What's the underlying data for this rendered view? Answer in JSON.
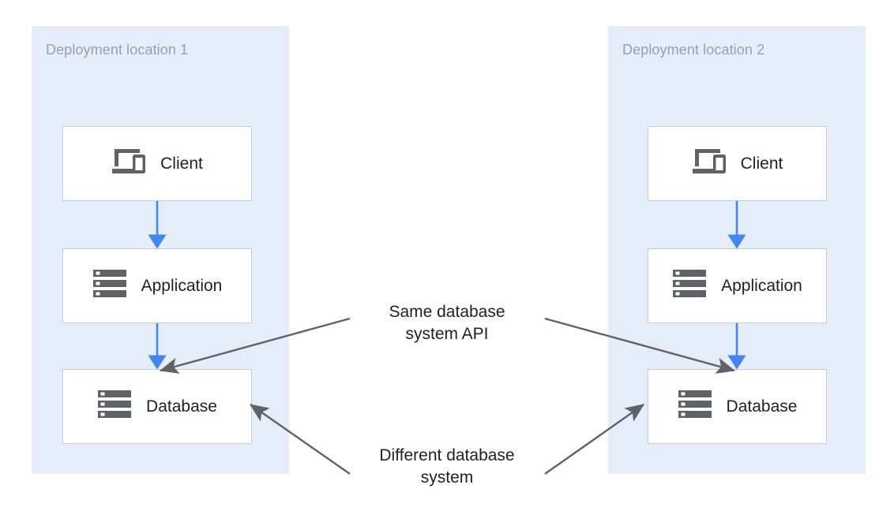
{
  "diagram": {
    "background_color": "#ffffff",
    "panel_color": "#e4edf8",
    "panel_title_color": "#9aa0a6",
    "node_border_color": "#c8ccd0",
    "node_fill_color": "#ffffff",
    "flow_arrow_color": "#4285f4",
    "annotation_arrow_color": "#5f6368",
    "text_color": "#202124",
    "icon_color": "#5f6368"
  },
  "panels": [
    {
      "id": "deployment-location-1",
      "title": "Deployment location 1",
      "nodes": [
        {
          "id": "client-1",
          "label": "Client",
          "icon": "devices-icon"
        },
        {
          "id": "application-1",
          "label": "Application",
          "icon": "server-icon"
        },
        {
          "id": "database-1",
          "label": "Database",
          "icon": "server-icon"
        }
      ]
    },
    {
      "id": "deployment-location-2",
      "title": "Deployment location 2",
      "nodes": [
        {
          "id": "client-2",
          "label": "Client",
          "icon": "devices-icon"
        },
        {
          "id": "application-2",
          "label": "Application",
          "icon": "server-icon"
        },
        {
          "id": "database-2",
          "label": "Database",
          "icon": "server-icon"
        }
      ]
    }
  ],
  "flows": [
    {
      "from": "client-1",
      "to": "application-1",
      "color": "#4285f4"
    },
    {
      "from": "application-1",
      "to": "database-1",
      "color": "#4285f4"
    },
    {
      "from": "client-2",
      "to": "application-2",
      "color": "#4285f4"
    },
    {
      "from": "application-2",
      "to": "database-2",
      "color": "#4285f4"
    }
  ],
  "annotations": [
    {
      "id": "same-database-system-api",
      "line1": "Same database",
      "line2": "system API",
      "targets": [
        "database-1",
        "database-2"
      ]
    },
    {
      "id": "different-database-system",
      "line1": "Different database",
      "line2": "system",
      "targets": [
        "database-1",
        "database-2"
      ]
    }
  ]
}
